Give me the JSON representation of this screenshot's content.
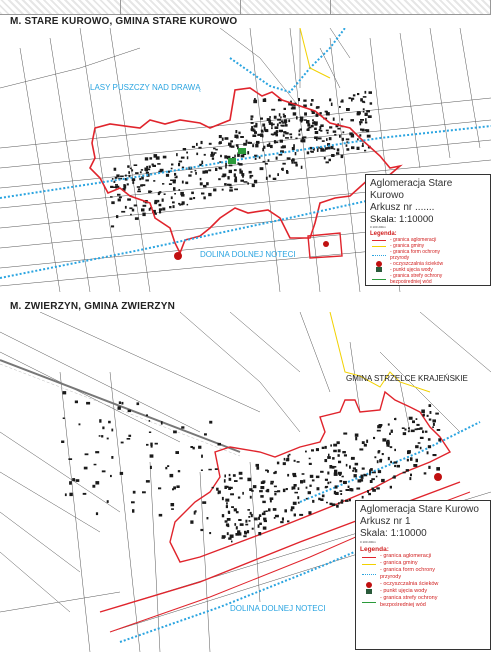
{
  "maps": [
    {
      "title": "M. STARE KUROWO, GMINA STARE KUROWO",
      "labels": {
        "forest": "LASY PUSZCZY NAD DRAWĄ",
        "valley": "DOLINA DOLNEJ NOTECI"
      },
      "legend": {
        "title": "Aglomeracja Stare Kurowo",
        "sheet": "Arkusz nr .......",
        "scale": "Skala: 1:10000",
        "scale_bar": "0 100 200m",
        "heading": "Legenda:",
        "items": [
          {
            "symbol": "red-line-icon",
            "text": "- granica aglomeracji"
          },
          {
            "symbol": "yellow-line-icon",
            "text": "- granica gminy"
          },
          {
            "symbol": "blue-dotted-line-icon",
            "text": "- granica form ochrony\nprzyrody"
          },
          {
            "symbol": "treatment-plant-icon",
            "text": "- oczyszczalnia ścieków"
          },
          {
            "symbol": "water-intake-icon",
            "text": "- punkt ujęcia wody"
          },
          {
            "symbol": "green-line-icon",
            "text": "- granica strefy ochrony\nbezpośredniej wód"
          }
        ]
      }
    },
    {
      "title": "M. ZWIERZYN, GMINA ZWIERZYN",
      "labels": {
        "gmina": "GMINA STRZELCE KRAJEŃSKIE",
        "valley": "DOLINA DOLNEJ NOTECI"
      },
      "legend": {
        "title": "Aglomeracja Stare Kurowo",
        "sheet": "Arkusz nr 1",
        "scale": "Skala: 1:10000",
        "scale_bar": "0 100 200m",
        "heading": "Legenda:",
        "items": [
          {
            "symbol": "red-line-icon",
            "text": "- granica aglomeracji"
          },
          {
            "symbol": "yellow-line-icon",
            "text": "- granica gminy"
          },
          {
            "symbol": "blue-dotted-line-icon",
            "text": "- granica form ochrony\nprzyrody"
          },
          {
            "symbol": "treatment-plant-icon",
            "text": "- oczyszczalnia ścieków"
          },
          {
            "symbol": "water-intake-icon",
            "text": "- punkt ujęcia wody"
          },
          {
            "symbol": "green-line-icon",
            "text": "- granica strefy ochrony\nbezpośredniej wód"
          }
        ]
      }
    }
  ],
  "colors": {
    "boundary": "#e0242c",
    "gmina": "#f2d100",
    "nature": "#2aa4e0",
    "protection": "#2a9a3a",
    "label": "#2aa4e0"
  }
}
